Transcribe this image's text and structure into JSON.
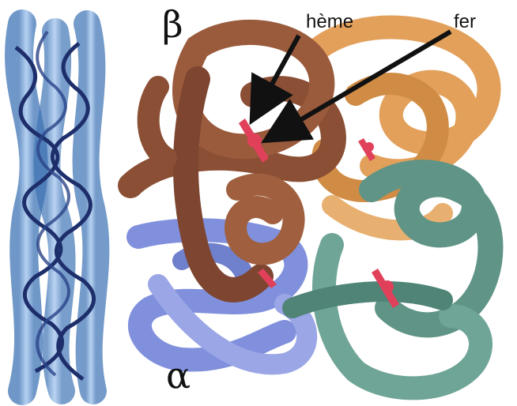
{
  "labels": {
    "beta": "β",
    "alpha": "α",
    "heme": "hème",
    "iron": "fer"
  },
  "colors": {
    "coiled_coil": "#4f86c4",
    "coiled_coil_ribbon": "#1d2e6b",
    "beta_chain": "#8a4f34",
    "beta_chain_2": "#e2a05a",
    "alpha_chain": "#7f8fd8",
    "alpha_chain_2": "#5f9486",
    "heme": "#e0405a",
    "arrow": "#111111"
  },
  "icons": {
    "arrow": "arrow-icon",
    "heme_group": "heme-icon"
  }
}
